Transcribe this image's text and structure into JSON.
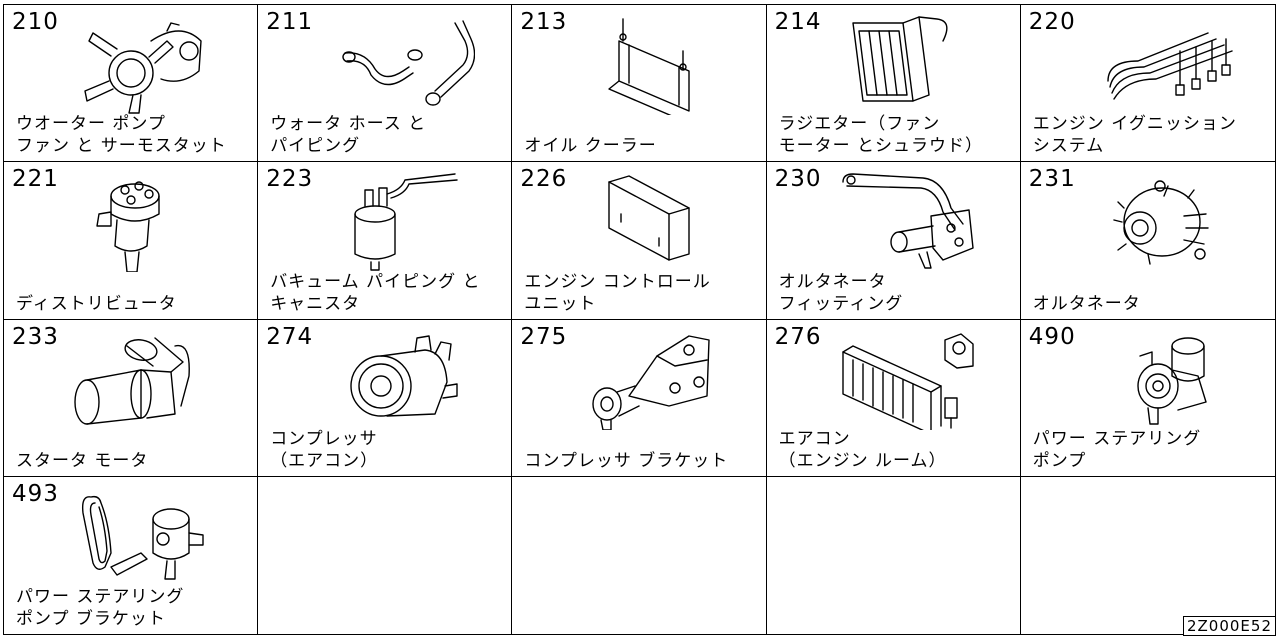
{
  "catalog": {
    "items": [
      {
        "code": "210",
        "line1": "ウオーター ポンプ",
        "line2": "ファン と サーモスタット",
        "icon": "water-pump-icon"
      },
      {
        "code": "211",
        "line1": "ウォータ ホース と",
        "line2": "パイピング",
        "icon": "water-hose-icon"
      },
      {
        "code": "213",
        "line1": "",
        "line2": "オイル クーラー",
        "icon": "oil-cooler-icon"
      },
      {
        "code": "214",
        "line1": "ラジエター（ファン",
        "line2": "モーター とシュラウド）",
        "icon": "radiator-icon"
      },
      {
        "code": "220",
        "line1": "エンジン イグニッション",
        "line2": "システム",
        "icon": "ignition-cables-icon"
      },
      {
        "code": "221",
        "line1": "",
        "line2": "ディストリビュータ",
        "icon": "distributor-icon"
      },
      {
        "code": "223",
        "line1": "バキューム パイピング と",
        "line2": "キャニスタ",
        "icon": "vacuum-canister-icon"
      },
      {
        "code": "226",
        "line1": "エンジン コントロール",
        "line2": "ユニット",
        "icon": "control-unit-icon"
      },
      {
        "code": "230",
        "line1": "オルタネータ",
        "line2": "フィッティング",
        "icon": "alternator-bracket-icon"
      },
      {
        "code": "231",
        "line1": "",
        "line2": "オルタネータ",
        "icon": "alternator-icon"
      },
      {
        "code": "233",
        "line1": "",
        "line2": "スタータ モータ",
        "icon": "starter-motor-icon"
      },
      {
        "code": "274",
        "line1": "コンプレッサ",
        "line2": "（エアコン）",
        "icon": "compressor-icon"
      },
      {
        "code": "275",
        "line1": "",
        "line2": "コンプレッサ ブラケット",
        "icon": "compressor-bracket-icon"
      },
      {
        "code": "276",
        "line1": "エアコン",
        "line2": "（エンジン ルーム）",
        "icon": "condenser-icon"
      },
      {
        "code": "490",
        "line1": "パワー ステアリング",
        "line2": "ポンプ",
        "icon": "power-steering-pump-icon"
      },
      {
        "code": "493",
        "line1": "パワー ステアリング",
        "line2": "ポンプ ブラケット",
        "icon": "pump-bracket-icon"
      }
    ],
    "ref_code": "2Z000E52"
  }
}
